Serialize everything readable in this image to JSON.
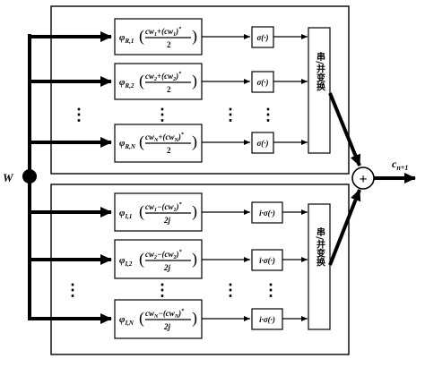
{
  "input": {
    "label": "W"
  },
  "output": {
    "label": "c_{n+1}",
    "main": "c",
    "sub": "n+1"
  },
  "adder": {
    "symbol": "+"
  },
  "upper": {
    "rows": [
      {
        "phi_main": "φ",
        "phi_sub": "R,1",
        "num_a": "cw",
        "num_a_sub": "1",
        "op": "+",
        "num_b": "(cw",
        "num_b_sub": "1",
        "num_b_end": ")",
        "sup": "*",
        "den": "2",
        "act": "σ(·)"
      },
      {
        "phi_main": "φ",
        "phi_sub": "R,2",
        "num_a": "cw",
        "num_a_sub": "2",
        "op": "+",
        "num_b": "(cw",
        "num_b_sub": "2",
        "num_b_end": ")",
        "sup": "*",
        "den": "2",
        "act": "σ(·)"
      },
      {
        "phi_main": "φ",
        "phi_sub": "R,N",
        "num_a": "cw",
        "num_a_sub": "N",
        "op": "+",
        "num_b": "(cw",
        "num_b_sub": "N",
        "num_b_end": ")",
        "sup": "*",
        "den": "2",
        "act": "σ(·)"
      }
    ],
    "converter": "串/并变换"
  },
  "lower": {
    "rows": [
      {
        "phi_main": "φ",
        "phi_sub": "I,1",
        "num_a": "cw",
        "num_a_sub": "1",
        "op": "−",
        "num_b": "(cw",
        "num_b_sub": "1",
        "num_b_end": ")",
        "sup": "*",
        "den": "2j",
        "act": "i·σ(·)"
      },
      {
        "phi_main": "φ",
        "phi_sub": "I,2",
        "num_a": "cw",
        "num_a_sub": "2",
        "op": "−",
        "num_b": "(cw",
        "num_b_sub": "2",
        "num_b_end": ")",
        "sup": "*",
        "den": "2j",
        "act": "i·σ(·)"
      },
      {
        "phi_main": "φ",
        "phi_sub": "I,N",
        "num_a": "cw",
        "num_a_sub": "N",
        "op": "−",
        "num_b": "(cw",
        "num_b_sub": "N",
        "num_b_end": ")",
        "sup": "*",
        "den": "2j",
        "act": "i·σ(·)"
      }
    ],
    "converter": "串/并变换"
  },
  "ellipsis": "⋮"
}
